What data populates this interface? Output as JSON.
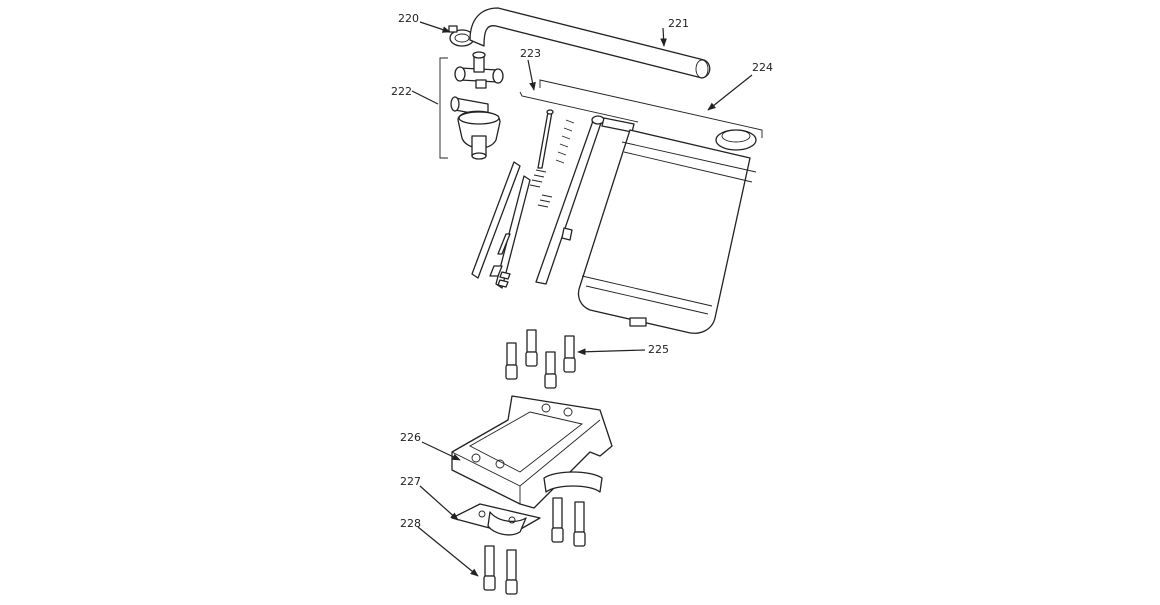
{
  "diagram": {
    "callouts": [
      {
        "id": "c220",
        "label": "220"
      },
      {
        "id": "c221",
        "label": "221"
      },
      {
        "id": "c222",
        "label": "222"
      },
      {
        "id": "c223",
        "label": "223"
      },
      {
        "id": "c224",
        "label": "224"
      },
      {
        "id": "c225",
        "label": "225"
      },
      {
        "id": "c226",
        "label": "226"
      },
      {
        "id": "c227",
        "label": "227"
      },
      {
        "id": "c228",
        "label": "228"
      }
    ]
  }
}
